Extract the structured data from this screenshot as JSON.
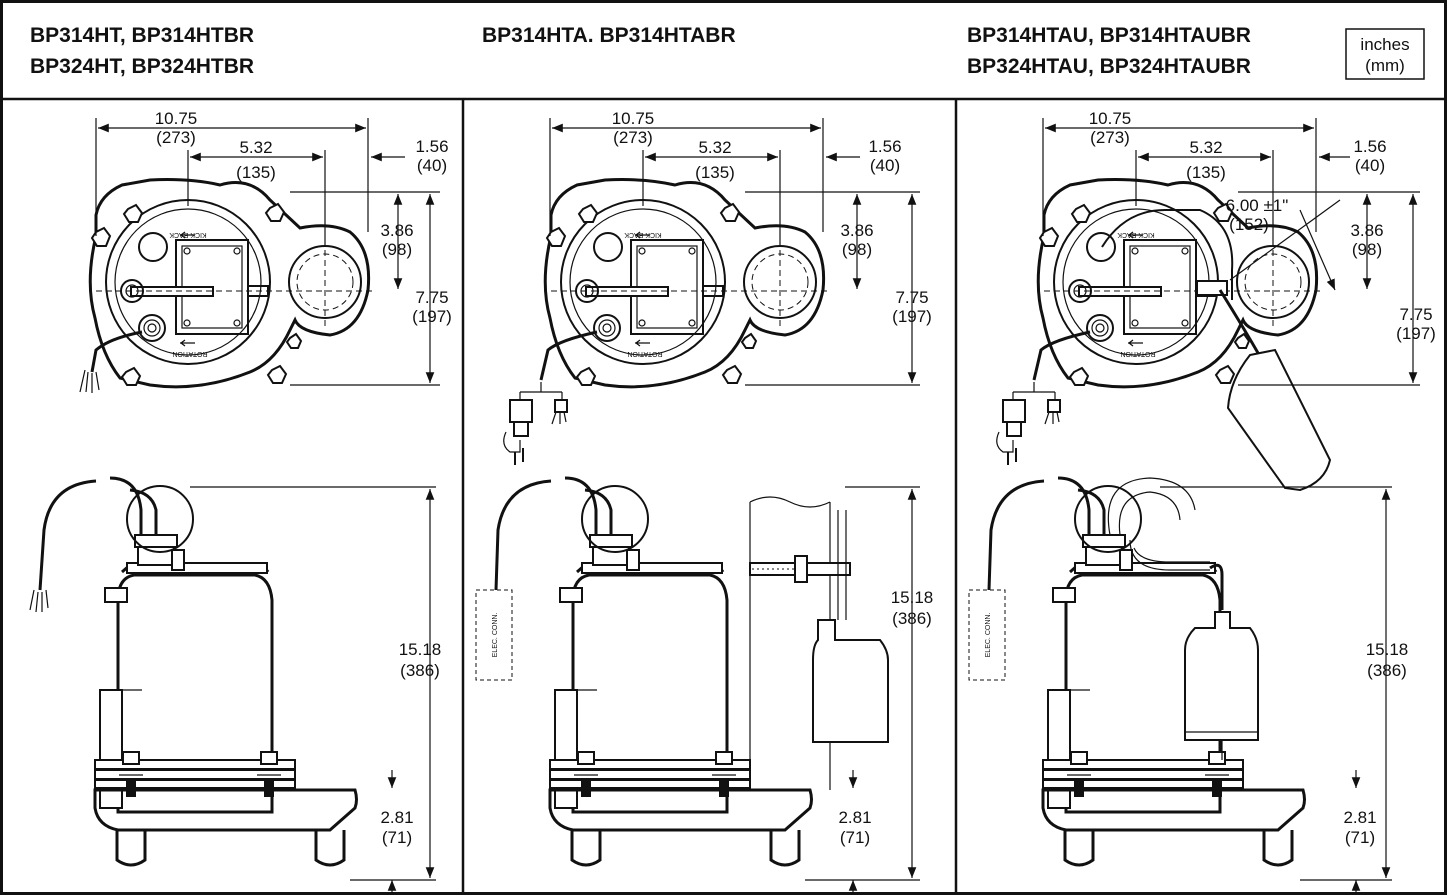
{
  "headers": {
    "col1_line1": "BP314HT, BP314HTBR",
    "col1_line2": "BP324HT, BP324HTBR",
    "col2_line1": "BP314HTA. BP314HTABR",
    "col3_line1": "BP314HTAU, BP314HTAUBR",
    "col3_line2": "BP324HTAU, BP324HTAUBR"
  },
  "units_box": {
    "line1": "inches",
    "line2": "(mm)"
  },
  "dims": {
    "width_in": "10.75",
    "width_mm": "(273)",
    "center_in": "5.32",
    "center_mm": "(135)",
    "offset_in": "1.56",
    "offset_mm": "(40)",
    "half_in": "3.86",
    "half_mm": "(98)",
    "depth_in": "7.75",
    "depth_mm": "(197)",
    "height_in": "15.18",
    "height_mm": "(386)",
    "inlet_in": "2.81",
    "inlet_mm": "(71)",
    "tether_in": "6.00 ±1\"",
    "tether_mm": "(152)"
  },
  "labels": {
    "kick_back": "KICK BACK",
    "rotation": "ROTATION",
    "elec_conn": "ELEC. CONN."
  }
}
